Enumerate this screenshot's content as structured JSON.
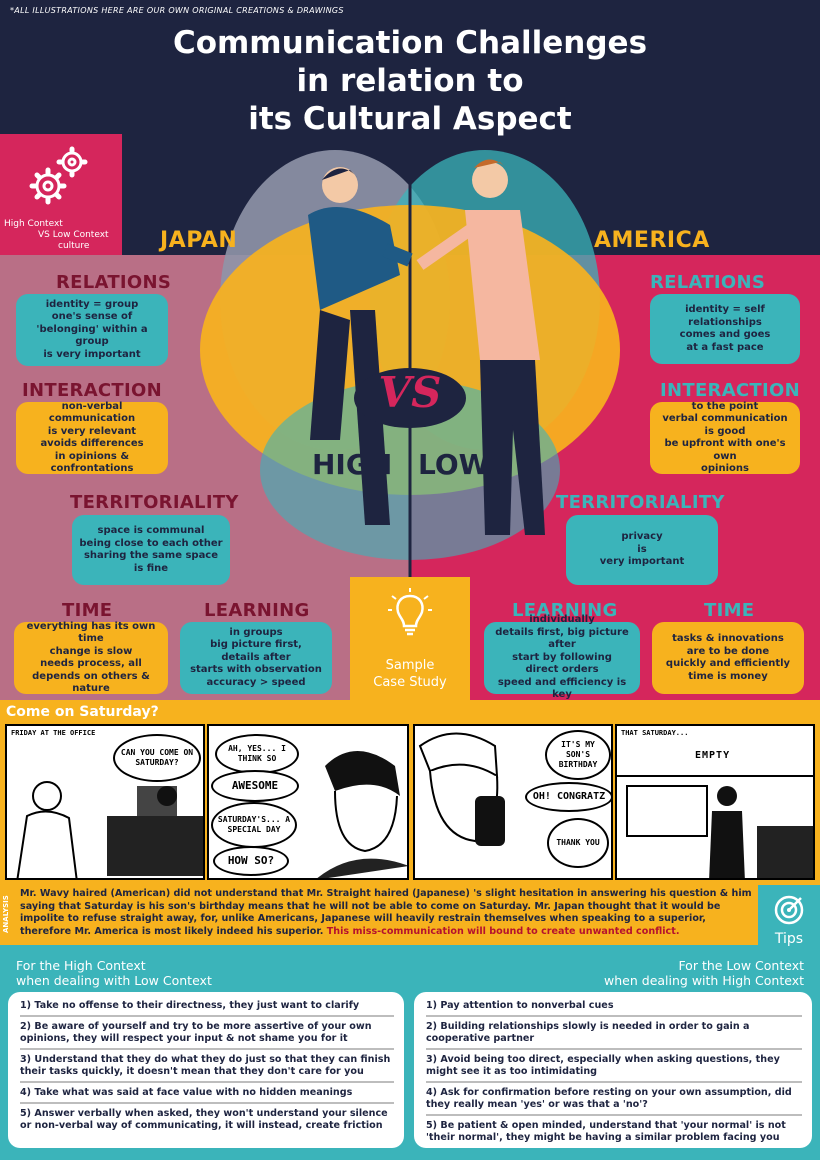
{
  "credit": "*ALL ILLUSTRATIONS HERE ARE OUR OWN ORIGINAL CREATIONS & DRAWINGS",
  "title": {
    "line1": "Communication Challenges",
    "line2": "in relation to",
    "line3": "its Cultural Aspect"
  },
  "badge": {
    "line1": "High Context",
    "line2": "VS Low Context",
    "line3": "culture"
  },
  "japan": {
    "name": "JAPAN",
    "relations": {
      "title": "RELATIONS",
      "text": [
        "identity = group",
        "one's sense of",
        "'belonging' within a group",
        "is very important"
      ]
    },
    "interaction": {
      "title": "INTERACTION",
      "text": [
        "non-verbal communication",
        "is very relevant",
        "avoids differences",
        "in opinions & confrontations"
      ]
    },
    "territoriality": {
      "title": "TERRITORIALITY",
      "text": [
        "space is communal",
        "being close to each other",
        "sharing the same space",
        "is fine"
      ]
    },
    "time": {
      "title": "TIME",
      "text": [
        "everything has its own time",
        "change is slow",
        "needs process, all",
        "depends on others & nature"
      ]
    },
    "learning": {
      "title": "LEARNING",
      "text": [
        "in groups",
        "big picture first,",
        "details after",
        "starts with observation",
        "accuracy > speed"
      ]
    }
  },
  "america": {
    "name": "AMERICA",
    "relations": {
      "title": "RELATIONS",
      "text": [
        "identity = self",
        "relationships",
        "comes and goes",
        "at a fast pace"
      ]
    },
    "interaction": {
      "title": "INTERACTION",
      "text": [
        "to the point",
        "verbal communication",
        "is good",
        "be upfront with one's own",
        "opinions"
      ]
    },
    "territoriality": {
      "title": "TERRITORIALITY",
      "text": [
        "privacy",
        "is",
        "very important"
      ]
    },
    "learning": {
      "title": "LEARNING",
      "text": [
        "individually",
        "details first, big picture after",
        "start by following",
        "direct orders",
        "speed and efficiency is key"
      ]
    },
    "time": {
      "title": "TIME",
      "text": [
        "tasks & innovations",
        "are to be done",
        "quickly and efficiently",
        "time is money"
      ]
    }
  },
  "vs": {
    "label": "VS",
    "high": "HIGH",
    "low": "LOW"
  },
  "case_study": {
    "line1": "Sample",
    "line2": "Case Study"
  },
  "comic": {
    "title": "Come on Saturday?",
    "panel1": {
      "caption": "FRIDAY AT THE OFFICE",
      "bubble": "CAN YOU COME ON SATURDAY?"
    },
    "panel2": {
      "b1": "AH, YES... I THINK SO",
      "b2": "AWESOME",
      "b3": "SATURDAY'S... A SPECIAL DAY",
      "b4": "HOW SO?"
    },
    "panel3": {
      "b1": "IT'S MY SON'S BIRTHDAY",
      "b2": "OH! CONGRATZ",
      "b3": "THANK YOU"
    },
    "panel4": {
      "caption": "THAT SATURDAY...",
      "sfx": "EMPTY"
    }
  },
  "analysis": {
    "tag": "ANALYSIS",
    "text": "Mr. Wavy haired (American) did not understand that Mr. Straight haired (Japanese) 's slight hesitation in answering his question & him saying that Saturday is his son's birthday means that he will not be able to come on Saturday. Mr. Japan thought that it would be impolite to refuse straight away, for, unlike Americans, Japanese will heavily restrain themselves when speaking to a superior, therefore Mr. America is most likely indeed his superior.",
    "highlight": "This miss-communication will bound to create unwanted conflict."
  },
  "tips": {
    "label": "Tips",
    "high": {
      "heading1": "For the High Context",
      "heading2": "when dealing with Low Context",
      "items": [
        "1) Take no offense to their directness, they just want to clarify",
        "2) Be aware of yourself and try to be more assertive of your own opinions, they will respect your input & not shame you for it",
        "3) Understand that they do what they do just so that they can finish their tasks quickly, it doesn't mean that they don't care for you",
        "4) Take what was said at face value with no hidden meanings",
        "5) Answer verbally when asked, they won't understand your silence or non-verbal way of communicating, it will instead, create friction"
      ]
    },
    "low": {
      "heading1": "For the Low Context",
      "heading2": "when dealing with High Context",
      "items": [
        "1) Pay attention to nonverbal cues",
        "2) Building relationships slowly is needed in order to gain a cooperative partner",
        "3) Avoid being too direct, especially when asking questions, they might see it as too intimidating",
        "4) Ask for confirmation before resting on your own assumption, did they really mean 'yes' or was that a 'no'?",
        "5) Be patient & open minded, understand that 'your normal' is not 'their normal', they might be having a similar problem facing you"
      ]
    }
  },
  "colors": {
    "navy": "#1e2440",
    "pink": "#d5265c",
    "mauve": "#b96f86",
    "teal": "#3bb4ba",
    "orange": "#f7b21e"
  }
}
